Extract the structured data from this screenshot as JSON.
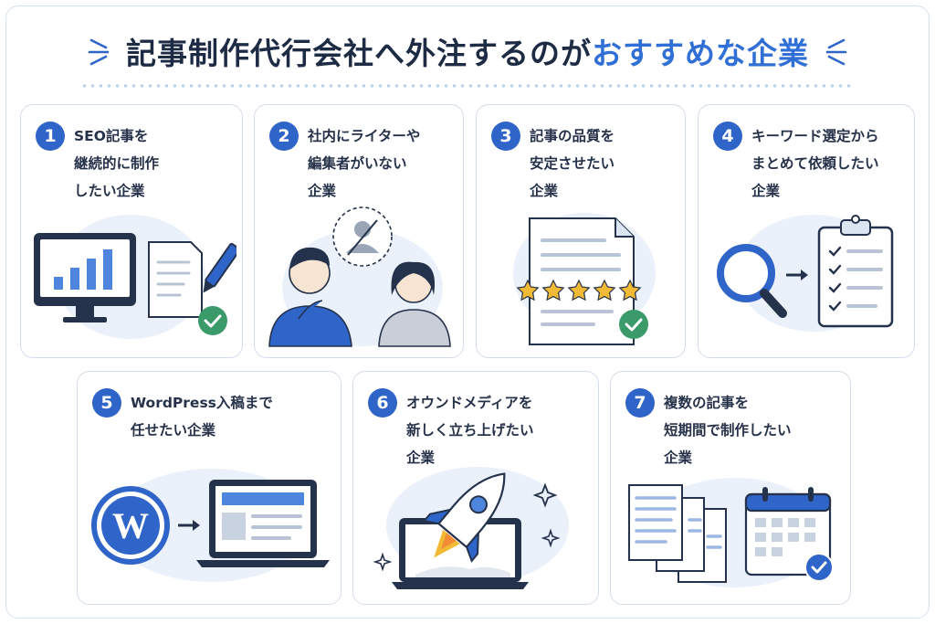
{
  "header": {
    "title_main": "記事制作代行会社へ外注するのが",
    "title_highlight": "おすすめな企業"
  },
  "colors": {
    "accent": "#2f64c9",
    "title": "#1e2b45",
    "highlight": "#2f6fd6",
    "check_green": "#3a9a6a",
    "star": "#f2b935"
  },
  "cards": [
    {
      "number": "1",
      "text": "SEO記事を\n継続的に制作\nしたい企業",
      "icon": "monitor-chart-document-icon"
    },
    {
      "number": "2",
      "text": "社内にライターや\n編集者がいない\n企業",
      "icon": "thinking-people-icon"
    },
    {
      "number": "3",
      "text": "記事の品質を\n安定させたい\n企業",
      "icon": "document-stars-icon"
    },
    {
      "number": "4",
      "text": "キーワード選定から\nまとめて依頼したい\n企業",
      "icon": "magnifier-clipboard-icon"
    },
    {
      "number": "5",
      "text": "WordPress入稿まで\n任せたい企業",
      "icon": "wordpress-laptop-icon"
    },
    {
      "number": "6",
      "text": "オウンドメディアを\n新しく立ち上げたい\n企業",
      "icon": "rocket-laptop-icon"
    },
    {
      "number": "7",
      "text": "複数の記事を\n短期間で制作したい\n企業",
      "icon": "documents-calendar-icon"
    }
  ]
}
